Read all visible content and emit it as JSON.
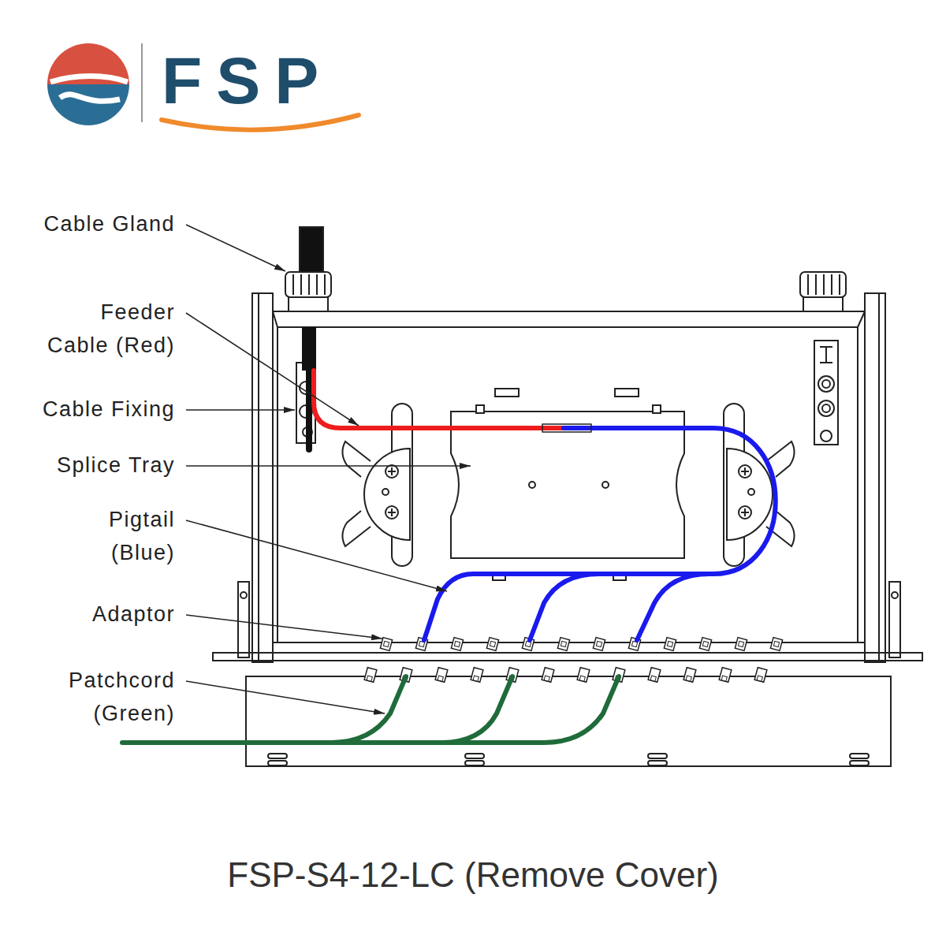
{
  "diagram": {
    "caption": "FSP-S4-12-LC (Remove Cover)",
    "labels": [
      "FSP",
      "Cable Gland",
      "Feeder Cable (Red)",
      "Cable Fixing",
      "Splice Tray",
      "Pigtail (Blue)",
      "Adaptor",
      "Patchcord (Green)"
    ]
  }
}
